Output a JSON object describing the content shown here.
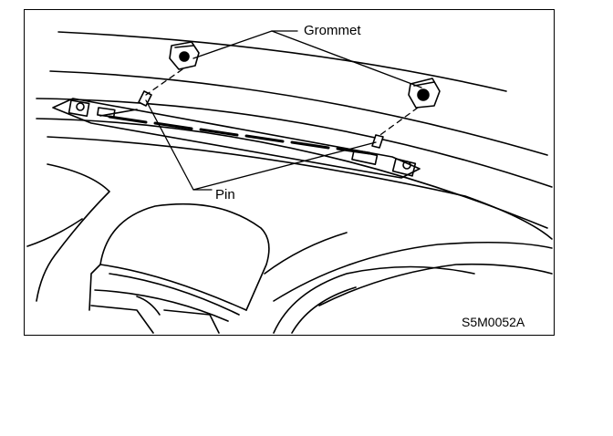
{
  "labels": {
    "grommet": "Grommet",
    "pin": "Pin",
    "figure_code": "S5M0052A"
  }
}
